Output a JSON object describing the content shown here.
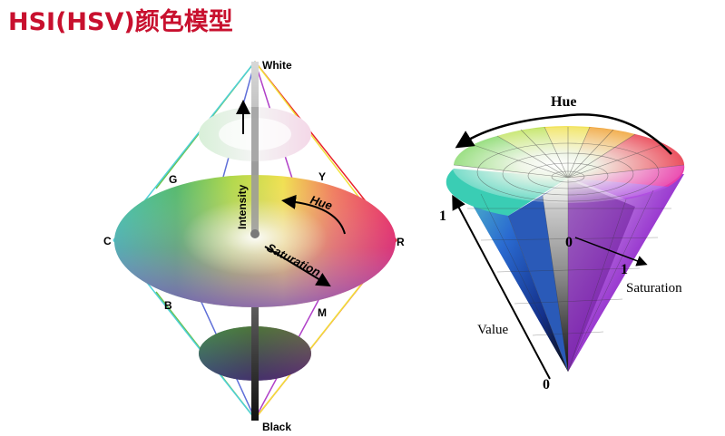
{
  "title": "HSI(HSV)颜色模型",
  "hsi_double_cone": {
    "apex_top": "White",
    "apex_bottom": "Black",
    "vertex_left": "C",
    "vertex_right": "R",
    "upper_left": "G",
    "upper_right": "Y",
    "lower_left": "B",
    "lower_right": "M",
    "axis_label": "Intensity",
    "hue_label": "Hue",
    "saturation_label": "Saturation"
  },
  "hsv_cone": {
    "hue_label": "Hue",
    "value_label": "Value",
    "saturation_label": "Saturation",
    "value_max": "1",
    "value_min": "0",
    "center_zero": "0",
    "saturation_max": "1"
  },
  "colors": {
    "title": "#c8102e",
    "red_edge": "#e8202a",
    "yellow_edge": "#f2e23a",
    "green_edge": "#6ac24a",
    "cyan_edge": "#4fd0d8",
    "blue_edge": "#5f6fd8",
    "magenta_edge": "#b040c8"
  }
}
